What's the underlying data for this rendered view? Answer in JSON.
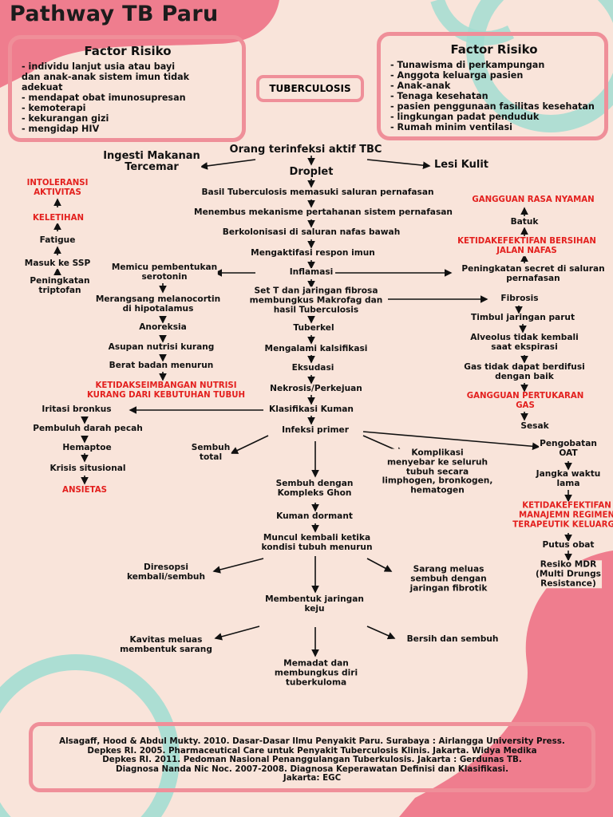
{
  "title": "Pathway TB Paru",
  "colors": {
    "background": "#f9e4da",
    "blob_pink": "#ef7d8e",
    "ring_mint": "#a3ddd1",
    "box_border": "#ef8f99",
    "diagnosis_red": "#e3201e"
  },
  "risk_left": {
    "heading": "Factor Risiko",
    "items": [
      "- individu lanjut usia atau bayi",
      "dan anak-anak sistem imun tidak",
      "adekuat",
      "- mendapat obat imunosupresan",
      "- kemoterapi",
      "- kekurangan gizi",
      "- mengidap HIV"
    ]
  },
  "risk_right": {
    "heading": "Factor Risiko",
    "items": [
      "- Tunawisma di perkampungan",
      "- Anggota keluarga pasien",
      "- Anak-anak",
      "- Tenaga kesehatan",
      "- pasien penggunaan fasilitas kesehatan",
      "- lingkungan padat penduduk",
      "- Rumah minim ventilasi"
    ]
  },
  "center_label": "TUBERCULOSIS",
  "nodes": {
    "orang": "Orang terinfeksi aktif TBC",
    "ingesti": "Ingesti Makanan\nTercemar",
    "lesi": "Lesi Kulit",
    "droplet": "Droplet",
    "basil": "Basil Tuberculosis memasuki saluran pernafasan",
    "menembus": "Menembus mekanisme pertahanan sistem pernafasan",
    "berkolonisasi": "Berkolonisasi di saluran nafas bawah",
    "mengaktifasi": "Mengaktifasi respon imun",
    "inflamasi": "Inflamasi",
    "tset": "Set T dan jaringan fibrosa\nmembungkus Makrofag dan\nhasil Tuberculosis",
    "tuberkel": "Tuberkel",
    "kalsifikasi": "Mengalami kalsifikasi",
    "eksudasi": "Eksudasi",
    "nekrosis": "Nekrosis/Perkejuan",
    "klasifikasi": "Klasifikasi Kuman",
    "infeksi_primer": "Infeksi primer",
    "sembuh_total": "Sembuh\ntotal",
    "komplikasi": "Komplikasi\nmenyebar ke seluruh\ntubuh secara\nlimphogen, bronkogen,\nhematogen",
    "sembuh_ghon": "Sembuh dengan\nKompleks Ghon",
    "kuman_dormant": "Kuman dormant",
    "muncul": "Muncul kembali ketika\nkondisi tubuh menurun",
    "diresopsi": "Diresopsi\nkembali/sembuh",
    "sarang_meluas": "Sarang meluas\nsembuh dengan\njaringan fibrotik",
    "membentuk": "Membentuk jaringan\nkeju",
    "kavitas": "Kavitas meluas\nmembentuk sarang",
    "bersih": "Bersih dan sembuh",
    "memadat": "Memadat dan\nmembungkus diri\ntuberkuloma",
    "intoleransi": "INTOLERANSI\nAKTIVITAS",
    "keletihan": "KELETIHAN",
    "fatigue": "Fatigue",
    "masuk_ssp": "Masuk ke SSP",
    "triptofan": "Peningkatan\ntriptofan",
    "memicu": "Memicu pembentukan\nserotonin",
    "melanocortin": "Merangsang melanocortin\ndi hipotalamus",
    "anoreksia": "Anoreksia",
    "asupan": "Asupan nutrisi kurang",
    "berat_badan": "Berat badan menurun",
    "nutrisi": "KETIDAKSEIMBANGAN NUTRISI\nKURANG DARI KEBUTUHAN TUBUH",
    "iritasi": "Iritasi bronkus",
    "pembuluh": "Pembuluh darah pecah",
    "hemaptoe": "Hemaptoe",
    "krisis": "Krisis situsional",
    "ansietas": "ANSIETAS",
    "rasa_nyaman": "GANGGUAN RASA NYAMAN",
    "batuk": "Batuk",
    "bersihan": "KETIDAKEFEKTIFAN BERSIHAN\nJALAN NAFAS",
    "sekret": "Peningkatan secret di saluran\npernafasan",
    "fibrosis": "Fibrosis",
    "parut": "Timbul jaringan parut",
    "alveolus": "Alveolus tidak kembali\nsaat ekspirasi",
    "gas": "Gas tidak dapat berdifusi\ndengan baik",
    "pertukaran": "GANGGUAN PERTUKARAN\nGAS",
    "sesak": "Sesak",
    "oat": "Pengobatan\nOAT",
    "jangka": "Jangka waktu\nlama",
    "regimen": "KETIDAKEFEKTIFAN\nMANAJEMN REGIMEN\nTERAPEUTIK KELUARGA",
    "putus": "Putus obat",
    "mdr": "Resiko MDR\n(Multi Drungs\nResistance)"
  },
  "references": [
    "Alsagaff, Hood & Abdul Mukty. 2010. Dasar-Dasar Ilmu Penyakit Paru. Surabaya : Airlangga University Press.",
    "Depkes RI. 2005. Pharmaceutical Care untuk Penyakit Tuberculosis Klinis. Jakarta. Widya Medika",
    "Depkes RI. 2011. Pedoman Nasional Penanggulangan Tuberkulosis. Jakarta : Gerdunas TB.",
    "Diagnosa Nanda Nic Noc. 2007-2008. Diagnosa Keperawatan Definisi dan Klasifikasi.",
    "Jakarta: EGC"
  ]
}
